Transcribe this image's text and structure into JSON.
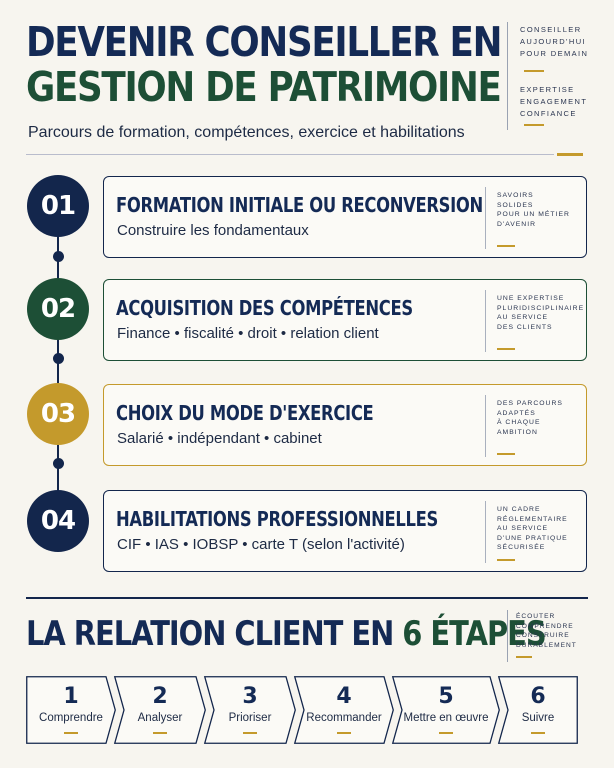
{
  "header": {
    "title_line1": "DEVENIR CONSEILLER EN",
    "title_line2": "GESTION DE PATRIMOINE",
    "subtitle": "Parcours de formation, compétences, exercice et habilitations",
    "tagline1": [
      "CONSEILLER",
      "AUJOURD'HUI",
      "POUR DEMAIN"
    ],
    "tagline2": [
      "EXPERTISE",
      "ENGAGEMENT",
      "CONFIANCE"
    ]
  },
  "colors": {
    "navy": "#13264c",
    "green": "#1d4f36",
    "gold": "#c49a2c",
    "background": "#f7f5ef"
  },
  "stages": [
    {
      "number": "01",
      "title": "FORMATION INITIALE OU RECONVERSION",
      "subtitle": "Construire les fondamentaux",
      "note": [
        "SAVOIRS",
        "SOLIDES",
        "POUR UN MÉTIER",
        "D'AVENIR"
      ],
      "color": "#13264c"
    },
    {
      "number": "02",
      "title": "ACQUISITION DES COMPÉTENCES",
      "subtitle": "Finance • fiscalité • droit • relation client",
      "note": [
        "UNE EXPERTISE",
        "PLURIDISCIPLINAIRE",
        "AU SERVICE",
        "DES CLIENTS"
      ],
      "color": "#1d4f36"
    },
    {
      "number": "03",
      "title": "CHOIX DU MODE D'EXERCICE",
      "subtitle": "Salarié • indépendant • cabinet",
      "note": [
        "DES PARCOURS",
        "ADAPTÉS",
        "À CHAQUE",
        "AMBITION"
      ],
      "color": "#c49a2c"
    },
    {
      "number": "04",
      "title": "HABILITATIONS PROFESSIONNELLES",
      "subtitle": "CIF • IAS • IOBSP • carte T (selon l'activité)",
      "note": [
        "UN CADRE RÉGLEMENTAIRE",
        "AU SERVICE",
        "D'UNE PRATIQUE",
        "SÉCURISÉE"
      ],
      "color": "#13264c"
    }
  ],
  "relation": {
    "title_part1": "LA RELATION CLIENT EN ",
    "title_part2": "6 ÉTAPES",
    "note": [
      "ÉCOUTER",
      "COMPRENDRE",
      "CONSTRUIRE",
      "DURABLEMENT"
    ],
    "steps": [
      {
        "number": "1",
        "label": "Comprendre"
      },
      {
        "number": "2",
        "label": "Analyser"
      },
      {
        "number": "3",
        "label": "Prioriser"
      },
      {
        "number": "4",
        "label": "Recommander"
      },
      {
        "number": "5",
        "label": "Mettre en œuvre"
      },
      {
        "number": "6",
        "label": "Suivre"
      }
    ]
  }
}
